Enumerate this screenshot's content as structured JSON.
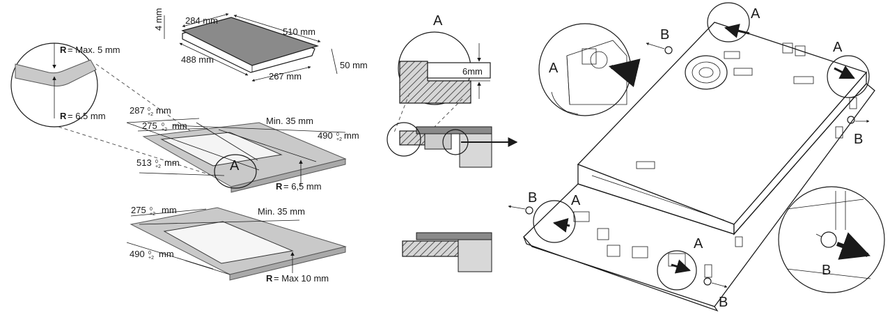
{
  "figures": {
    "hob_dimensions": {
      "depth_4": "4 mm",
      "width_284": "284 mm",
      "length_510": "510 mm",
      "length_488": "488 mm",
      "height_50": "50 mm",
      "width_267": "267 mm"
    },
    "radius_detail": {
      "r_label": "R",
      "r_max_5": "= Max. 5 mm",
      "r_6_5": "= 6.5 mm"
    },
    "cutout_top": {
      "dim_287": "287",
      "dim_287_unit": "mm",
      "dim_275": "275",
      "dim_275_unit": "mm",
      "min_35": "Min. 35 mm",
      "dim_490": "490",
      "dim_490_unit": "mm",
      "dim_513": "513",
      "dim_513_unit": "mm",
      "marker_a": "A",
      "r_label": "R",
      "r_6_5": "= 6,5 mm",
      "tol_plus": "+2",
      "tol_zero": "0"
    },
    "cutout_bottom": {
      "dim_275": "275",
      "dim_275_unit": "mm",
      "min_35": "Min. 35 mm",
      "dim_490": "490",
      "dim_490_unit": "mm",
      "r_label": "R",
      "r_max_10": "= Max 10 mm",
      "tol_plus": "+2",
      "tol_zero": "0"
    },
    "section_detail": {
      "title_a": "A",
      "dim_6mm": "6mm"
    },
    "installation": {
      "marker_a": "A",
      "marker_b": "B"
    }
  },
  "colors": {
    "worktop": "#c9c9c9",
    "hob_glass": "#8a8a8a",
    "line": "#1a1a1a"
  }
}
